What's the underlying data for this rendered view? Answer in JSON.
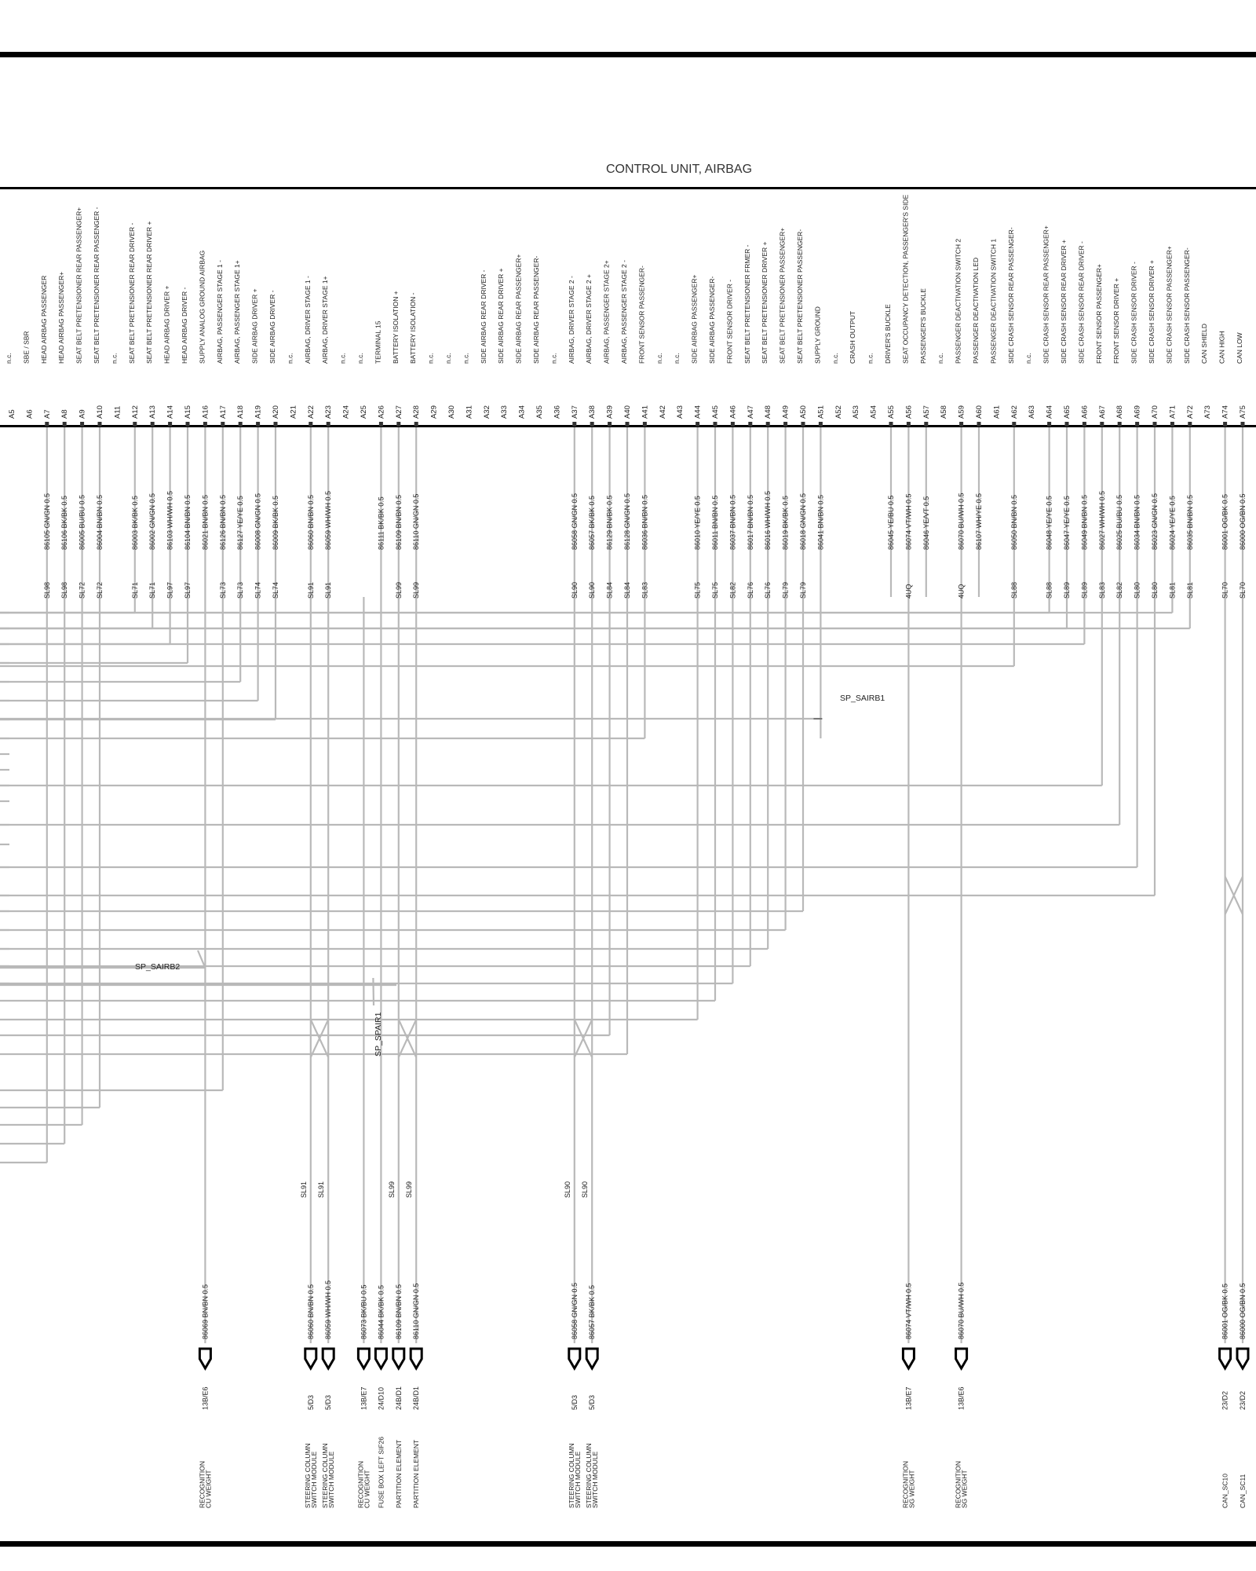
{
  "title": "CONTROL UNIT, AIRBAG",
  "pins": [
    {
      "n": "A5",
      "f": "n.c."
    },
    {
      "n": "A6",
      "f": "SBE / SBR"
    },
    {
      "n": "A7",
      "f": "HEAD AIRBAG PASSENGER",
      "w": "86105 GN/GN 0.5",
      "sl": "SL98",
      "r": 1480
    },
    {
      "n": "A8",
      "f": "HEAD AIRBAG PASSENGER+",
      "w": "86106 BK/BK 0.5",
      "sl": "SL98",
      "r": 1456
    },
    {
      "n": "A9",
      "f": "SEAT BELT PRETENSIONER REAR PASSENGER+",
      "w": "86005 BU/BU 0.5",
      "sl": "SL72",
      "r": 1432
    },
    {
      "n": "A10",
      "f": "SEAT BELT PRETENSIONER REAR PASSENGER -",
      "w": "86004 BN/BN 0.5",
      "sl": "SL72",
      "r": 1410
    },
    {
      "n": "A11",
      "f": "n.c."
    },
    {
      "n": "A12",
      "f": "SEAT BELT PRETENSIONER REAR DRIVER -",
      "w": "86003 BK/BK 0.5",
      "sl": "SL71",
      "r": 780
    },
    {
      "n": "A13",
      "f": "SEAT BELT PRETENSIONER REAR DRIVER +",
      "w": "86002 GN/GN 0.5",
      "sl": "SL71",
      "r": 800
    },
    {
      "n": "A14",
      "f": "HEAD AIRBAG DRIVER +",
      "w": "86103 WH/WH 0.5",
      "sl": "SL97",
      "r": 820
    },
    {
      "n": "A15",
      "f": "HEAD AIRBAG DRIVER -",
      "w": "86104 BN/BN 0.5",
      "sl": "SL97",
      "r": 844
    },
    {
      "n": "A16",
      "f": "SUPPLY ANALOG GROUND AIRBAG",
      "w": "86021 BN/BN 0.5"
    },
    {
      "n": "A17",
      "f": "AIRBAG, PASSENGER STAGE 1 -",
      "w": "86126 BN/BN 0.5",
      "sl": "SL73",
      "r": 1388
    },
    {
      "n": "A18",
      "f": "AIRBAG, PASSENGER STAGE 1+",
      "w": "86127 YE/YE 0.5",
      "sl": "SL73",
      "r": 868
    },
    {
      "n": "A19",
      "f": "SIDE AIRBAG DRIVER +",
      "w": "86008 GN/GN 0.5",
      "sl": "SL74",
      "r": 892
    },
    {
      "n": "A20",
      "f": "SIDE AIRBAG DRIVER -",
      "w": "86009 BK/BK 0.5",
      "sl": "SL74",
      "r": 916
    },
    {
      "n": "A21",
      "f": "n.c."
    },
    {
      "n": "A22",
      "f": "AIRBAG, DRIVER STAGE 1 -",
      "w": "86060 BN/BN 0.5",
      "sl": "SL91"
    },
    {
      "n": "A23",
      "f": "AIRBAG, DRIVER STAGE 1+",
      "w": "86059 WH/WH 0.5",
      "sl": "SL91"
    },
    {
      "n": "A24",
      "f": "n.c."
    },
    {
      "n": "A25",
      "f": "n.c."
    },
    {
      "n": "A26",
      "f": "TERMINAL 15",
      "w": "86111 BK/BK 0.5"
    },
    {
      "n": "A27",
      "f": "BATTERY ISOLATION +",
      "w": "86109 BN/BN 0.5",
      "sl": "SL99"
    },
    {
      "n": "A28",
      "f": "BATTERY ISOLATION -",
      "w": "86110 GN/GN 0.5",
      "sl": "SL99"
    },
    {
      "n": "A29",
      "f": "n.c."
    },
    {
      "n": "A30",
      "f": "n.c."
    },
    {
      "n": "A31",
      "f": "n.c."
    },
    {
      "n": "A32",
      "f": "SIDE AIRBAG REAR DRIVER -"
    },
    {
      "n": "A33",
      "f": "SIDE AIRBAG REAR DRIVER +"
    },
    {
      "n": "A34",
      "f": "SIDE AIRBAG REAR PASSENGER+"
    },
    {
      "n": "A35",
      "f": "SIDE AIRBAG REAR PASSENGER-"
    },
    {
      "n": "A36",
      "f": "n.c."
    },
    {
      "n": "A37",
      "f": "AIRBAG, DRIVER STAGE 2 -",
      "w": "86058 GN/GN 0.5",
      "sl": "SL90"
    },
    {
      "n": "A38",
      "f": "AIRBAG, DRIVER STAGE 2 +",
      "w": "86057 BK/BK 0.5",
      "sl": "SL90"
    },
    {
      "n": "A39",
      "f": "AIRBAG, PASSENGER STAGE 2+",
      "w": "86129 BN/BK 0.5",
      "sl": "SL84",
      "r": 1318
    },
    {
      "n": "A40",
      "f": "AIRBAG, PASSENGER STAGE 2 -",
      "w": "86128 GN/GN 0.5",
      "sl": "SL84",
      "r": 1342
    },
    {
      "n": "A41",
      "f": "FRONT SENSOR PASSENGER-",
      "w": "86036 BN/BN 0.5",
      "sl": "SL83",
      "r": 940
    },
    {
      "n": "A42",
      "f": "n.c."
    },
    {
      "n": "A43",
      "f": "n.c."
    },
    {
      "n": "A44",
      "f": "SIDE AIRBAG PASSENGER+",
      "w": "86010 YE/YE 0.5",
      "sl": "SL75",
      "r": 1298
    },
    {
      "n": "A45",
      "f": "SIDE AIRBAG PASSENGER-",
      "w": "86011 BN/BN 0.5",
      "sl": "SL75",
      "r": 1274
    },
    {
      "n": "A46",
      "f": "FRONT SENSOR DRIVER -",
      "w": "86037 BN/BN 0.5",
      "sl": "SL82",
      "r": 1252
    },
    {
      "n": "A47",
      "f": "SEAT BELT PRETENSIONER FRMER -",
      "w": "86017 BN/BN 0.5",
      "sl": "SL76",
      "r": 1230
    },
    {
      "n": "A48",
      "f": "SEAT BELT PRETENSIONER DRIVER +",
      "w": "86016 WH/WH 0.5",
      "sl": "SL76",
      "r": 1208
    },
    {
      "n": "A49",
      "f": "SEAT BELT PRETENSIONER PASSENGER+",
      "w": "86019 BK/BK 0.5",
      "sl": "SL79",
      "r": 1184
    },
    {
      "n": "A50",
      "f": "SEAT BELT PRETENSIONER PASSENGER-",
      "w": "86018 GN/GN 0.5",
      "sl": "SL79",
      "r": 1160
    },
    {
      "n": "A51",
      "f": "SUPPLY GROUND",
      "w": "86041 BN/BN 0.5"
    },
    {
      "n": "A52",
      "f": "n.c."
    },
    {
      "n": "A53",
      "f": "CRASH OUTPUT"
    },
    {
      "n": "A54",
      "f": "n.c."
    },
    {
      "n": "A55",
      "f": "DRIVER'S BUCKLE",
      "w": "86045 YE/BU 0.5"
    },
    {
      "n": "A56",
      "f": "SEAT OCCUPANCY DETECTION, PASSENGER'S SIDE",
      "w": "86074 VT/WH 0.5",
      "sl": "4UQ"
    },
    {
      "n": "A57",
      "f": "PASSENGER'S BUCKLE",
      "w": "86046 YE/VT 0.5"
    },
    {
      "n": "A58",
      "f": "n.c."
    },
    {
      "n": "A59",
      "f": "PASSENGER DEACTIVATION SWITCH 2",
      "w": "86070 BU/WH 0.5",
      "sl": "4UQ"
    },
    {
      "n": "A60",
      "f": "PASSENGER DEACTIVATION LED",
      "w": "86107 WH/YE 0.5"
    },
    {
      "n": "A61",
      "f": "PASSENGER DEACTIVATION SWITCH 1"
    },
    {
      "n": "A62",
      "f": "SIDE CRASH SENSOR REAR PASSENGER-",
      "w": "86050 BN/BN 0.5",
      "sl": "SL88",
      "r": 848
    },
    {
      "n": "A63",
      "f": "n.c."
    },
    {
      "n": "A64",
      "f": "SIDE CRASH SENSOR REAR PASSENGER+",
      "w": "86048 YE/YE 0.5",
      "sl": "SL88",
      "r": 780
    },
    {
      "n": "A65",
      "f": "SIDE CRASH SENSOR REAR DRIVER +",
      "w": "86047 YE/YE 0.5",
      "sl": "SL89",
      "r": 800
    },
    {
      "n": "A66",
      "f": "SIDE CRASH SENSOR REAR DRIVER -",
      "w": "86049 BN/BN 0.5",
      "sl": "SL89",
      "r": 820
    },
    {
      "n": "A67",
      "f": "FRONT SENSOR PASSENGER+",
      "w": "86027 WH/WH 0.5",
      "sl": "SL83",
      "r": 1000
    },
    {
      "n": "A68",
      "f": "FRONT SENSOR DRIVER +",
      "w": "86025 BU/BU 0.5",
      "sl": "SL82",
      "r": 1050
    },
    {
      "n": "A69",
      "f": "SIDE CRASH SENSOR DRIVER -",
      "w": "86034 BN/BN 0.5",
      "sl": "SL80",
      "r": 1104
    },
    {
      "n": "A70",
      "f": "SIDE CRASH SENSOR DRIVER +",
      "w": "86023 GN/GN 0.5",
      "sl": "SL80",
      "r": 1140
    },
    {
      "n": "A71",
      "f": "SIDE CRASH SENSOR PASSENGER+",
      "w": "86024 YE/YE 0.5",
      "sl": "SL81",
      "r": 780
    },
    {
      "n": "A72",
      "f": "SIDE CRASH SENSOR PASSENGER-",
      "w": "86035 BN/BN 0.5",
      "sl": "SL81",
      "r": 800
    },
    {
      "n": "A73",
      "f": "CAN SHIELD"
    },
    {
      "n": "A74",
      "f": "CAN HIGH",
      "w": "86001 OG/BK 0.5",
      "sl": "SL70"
    },
    {
      "n": "A75",
      "f": "CAN LOW",
      "w": "86000 OG/BN 0.5",
      "sl": "SL70"
    }
  ],
  "splices": [
    {
      "name": "SP_SAIRB1"
    },
    {
      "name": "SP_SAIRB2"
    },
    {
      "name": "SP_SPAIR1"
    }
  ],
  "lower_sl": [
    "SL91",
    "SL91",
    "SL99",
    "SL99",
    "SL90",
    "SL90"
  ],
  "connectors": [
    {
      "wire": "86069 BN/BN 0.5",
      "code": "13B/E6",
      "comp": [
        "CU WEIGHT",
        "RECOGNITION"
      ]
    },
    {
      "wire": "86060 BN/BN 0.5",
      "code": "5/D3",
      "comp": [
        "SWITCH MODULE",
        "STEERING COLUMN"
      ]
    },
    {
      "wire": "86059 WH/WH 0.5",
      "code": "5/D3",
      "comp": [
        "SWITCH MODULE",
        "STEERING COLUMN"
      ]
    },
    {
      "wire": "86073 BK/BU 0.5",
      "code": "13B/E7",
      "comp": [
        "CU WEIGHT",
        "RECOGNITION"
      ]
    },
    {
      "wire": "86044 BK/BK 0.5",
      "code": "24/D10",
      "comp": [
        "FUSE BOX LEFT SIF26"
      ]
    },
    {
      "wire": "86109 BN/BN 0.5",
      "code": "24B/D1",
      "comp": [
        "PARTITION ELEMENT"
      ]
    },
    {
      "wire": "86110 GN/GN 0.5",
      "code": "24B/D1",
      "comp": [
        "PARTITION ELEMENT"
      ]
    },
    {
      "wire": "86058 GN/GN 0.5",
      "code": "5/D3",
      "comp": [
        "SWITCH MODULE",
        "STEERING COLUMN"
      ]
    },
    {
      "wire": "86057 BK/BK 0.5",
      "code": "5/D3",
      "comp": [
        "SWITCH MODULE",
        "STEERING COLUMN"
      ]
    },
    {
      "wire": "86074 VT/WH 0.5",
      "code": "13B/E7",
      "comp": [
        "SG WEIGHT",
        "RECOGNITION"
      ]
    },
    {
      "wire": "86070 BU/WH 0.5",
      "code": "13B/E6",
      "comp": [
        "SG WEIGHT",
        "RECOGNITION"
      ]
    },
    {
      "wire": "86001 OG/BK 0.5",
      "code": "23/D2",
      "comp": [
        "CAN_SC10"
      ]
    },
    {
      "wire": "86000 OG/BN 0.5",
      "code": "23/D2",
      "comp": [
        "CAN_SC11"
      ]
    }
  ]
}
